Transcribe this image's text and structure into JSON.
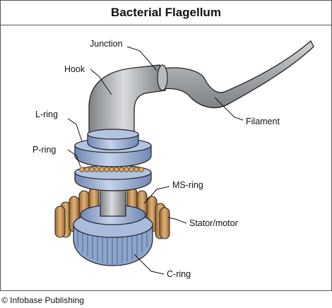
{
  "title": "Bacterial Flagellum",
  "labels": {
    "junction": "Junction",
    "hook": "Hook",
    "l_ring": "L-ring",
    "p_ring": "P-ring",
    "ms_ring": "MS-ring",
    "stator_motor": "Stator/motor",
    "c_ring": "C-ring",
    "filament": "Filament"
  },
  "credit": "© Infobase Publishing",
  "colors": {
    "metal": "#a8abae",
    "ring_blue": "#8fa6cc",
    "stator": "#c9924f",
    "outline": "#222222"
  }
}
